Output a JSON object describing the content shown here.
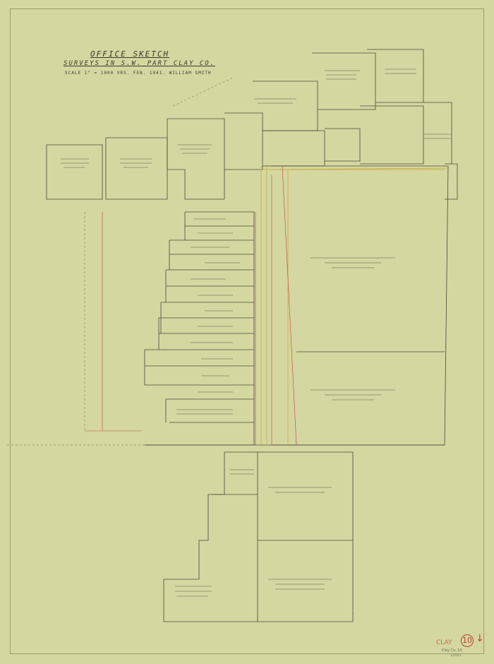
{
  "title": {
    "line1": "OFFICE SKETCH",
    "line2": "SURVEYS IN S.W. PART CLAY CO.",
    "line3": "SCALE 1\" = 1000 VRS.   FEB. 1941.   WILLIAM SMITH"
  },
  "stamps": {
    "county": "CLAY",
    "sheet_number": "10",
    "arrow": "↓",
    "catalog": "Clay Co. 10",
    "catalog_number": "12051"
  },
  "colors": {
    "paper": "#d4d7a0",
    "line": "#4a4a3a",
    "red": "#c0423a",
    "yellow": "#c9a83a"
  }
}
